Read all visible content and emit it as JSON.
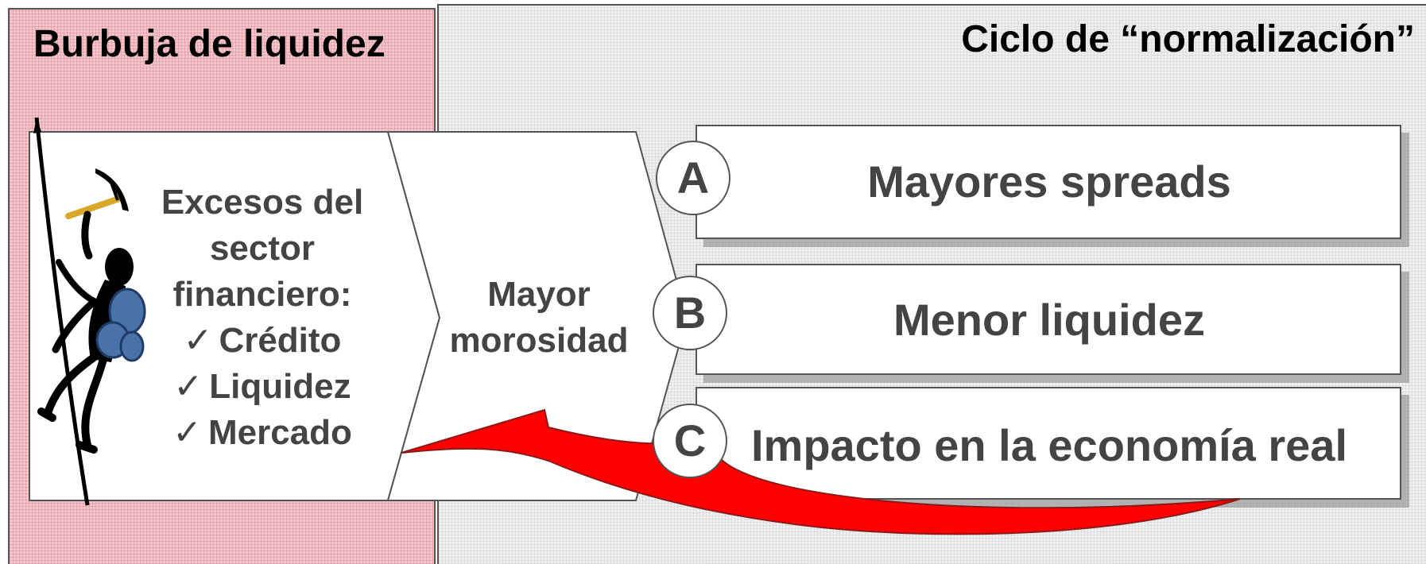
{
  "left_panel": {
    "title": "Burbuja de liquidez"
  },
  "right_panel": {
    "title": "Ciclo de “normalización”"
  },
  "excesos": {
    "line1": "Excesos del",
    "line2": "sector",
    "line3": "financiero:",
    "items": [
      "Crédito",
      "Liquidez",
      "Mercado"
    ],
    "check": "✓"
  },
  "mayor": {
    "line1": "Mayor",
    "line2": "morosidad"
  },
  "steps": [
    {
      "letter": "A",
      "label": "Mayores spreads"
    },
    {
      "letter": "B",
      "label": "Menor liquidez"
    },
    {
      "letter": "C",
      "label": "Impacto en la economía real"
    }
  ],
  "colors": {
    "left_bg": "#f3c6cc",
    "right_bg": "#efefef",
    "arrow": "#ff0000",
    "text": "#444444",
    "backpack": "#4a72a8",
    "pick_handle": "#d9a72a"
  },
  "icons": {
    "climber": "mountain-climber-icon"
  }
}
